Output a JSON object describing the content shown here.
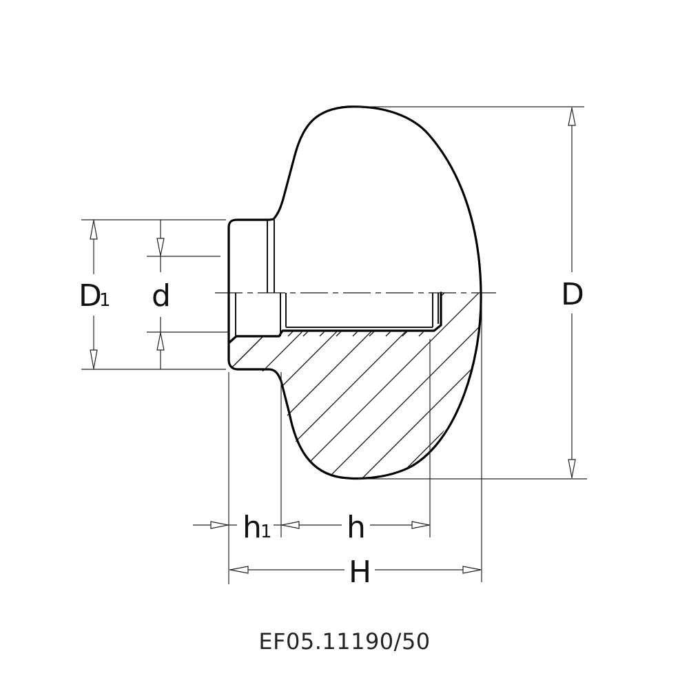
{
  "drawing": {
    "type": "technical section drawing",
    "subject": "knob with threaded/blind bore hub",
    "dimensions": {
      "D": {
        "label": "D",
        "sub": ""
      },
      "D1": {
        "label": "D",
        "sub": "1"
      },
      "d": {
        "label": "d",
        "sub": ""
      },
      "h1": {
        "label": "h",
        "sub": "1"
      },
      "h": {
        "label": "h",
        "sub": ""
      },
      "H": {
        "label": "H",
        "sub": ""
      }
    },
    "colors": {
      "line": "#000000",
      "background": "#ffffff",
      "caption": "#222222"
    }
  },
  "caption": {
    "part_number": "EF05.11190/50"
  }
}
